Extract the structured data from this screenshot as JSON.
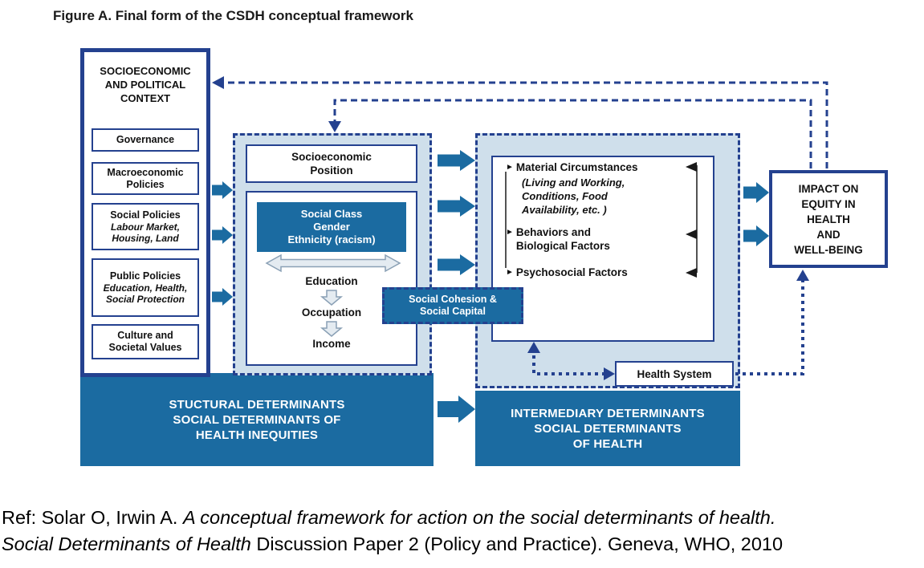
{
  "title": "Figure A. Final form of the CSDH conceptual framework",
  "colors": {
    "blue": "#1b6ba1",
    "navy": "#24418f",
    "panel": "#cfdfeb"
  },
  "icons": {
    "arrow_right_small": "►"
  },
  "context": {
    "heading": "SOCIOECONOMIC\nAND POLITICAL\nCONTEXT",
    "items": [
      {
        "label": "Governance"
      },
      {
        "label": "Macroeconomic\nPolicies"
      },
      {
        "label": "Social Policies",
        "sub": "Labour Market,\nHousing, Land"
      },
      {
        "label": "Public Policies",
        "sub": "Education, Health,\nSocial Protection"
      },
      {
        "label": "Culture and\nSocietal Values"
      }
    ]
  },
  "structural": {
    "position_box": "Socioeconomic\nPosition",
    "class_box": "Social Class\nGender\nEthnicity (racism)",
    "ladder": [
      "Education",
      "Occupation",
      "Income"
    ],
    "band": "STUCTURAL DETERMINANTS\nSOCIAL DETERMINANTS OF\nHEALTH INEQUITIES"
  },
  "cohesion": {
    "label": "Social Cohesion &\nSocial Capital"
  },
  "intermediary": {
    "material_title": "Material Circumstances",
    "material_sub": "(Living and Working,\nConditions, Food\nAvailability, etc. )",
    "behaviors": "Behaviors and\nBiological Factors",
    "psychosocial": "Psychosocial Factors",
    "health_system": "Health System",
    "band": "INTERMEDIARY DETERMINANTS\nSOCIAL DETERMINANTS\nOF HEALTH"
  },
  "impact": {
    "label": "IMPACT ON\nEQUITY IN\nHEALTH\nAND\nWELL-BEING"
  },
  "reference": {
    "prefix": "Ref: Solar O, Irwin A. ",
    "title_italic": "A conceptual framework for action on the social determinants of health.",
    "line2_italic": "Social Determinants of Health",
    "line2_rest": " Discussion Paper 2 (Policy and Practice). Geneva, WHO, 2010"
  }
}
